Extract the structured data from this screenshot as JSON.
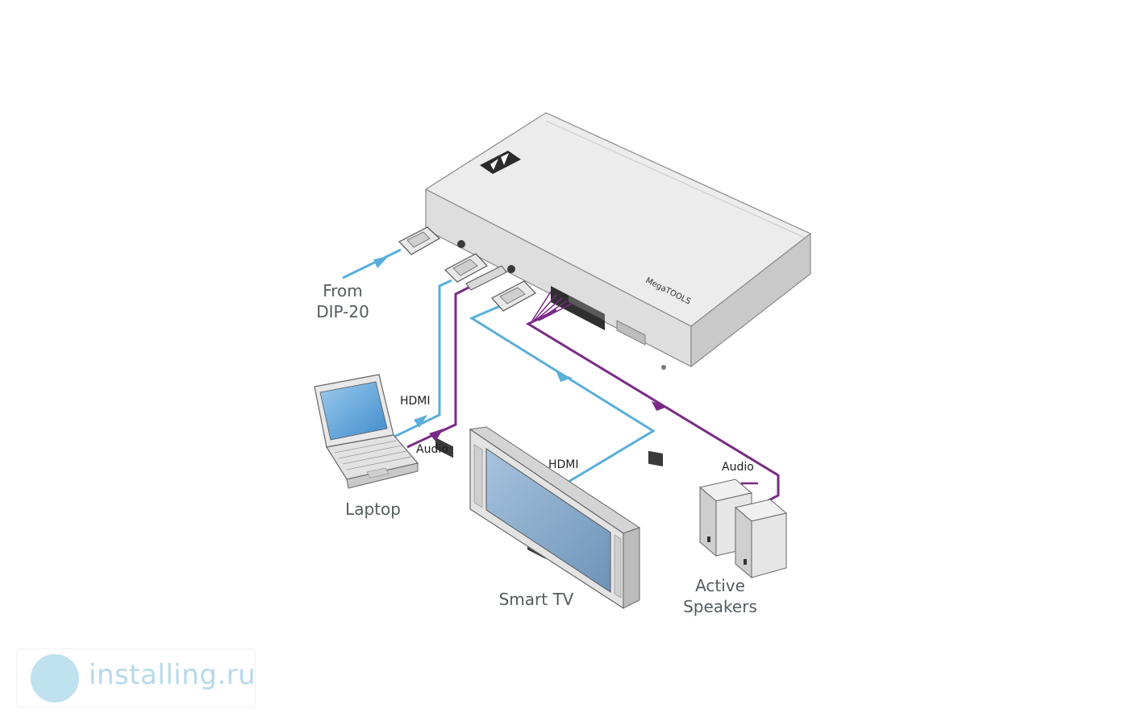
{
  "labels": {
    "from": "From",
    "from_device": "DIP-20",
    "laptop": "Laptop",
    "smart_tv": "Smart TV",
    "active": "Active",
    "speakers": "Speakers",
    "hdmi_laptop": "HDMI",
    "audio_laptop": "Audio",
    "hdmi_tv": "HDMI",
    "audio_speakers": "Audio"
  },
  "watermark": {
    "text": "installing.ru"
  },
  "colors": {
    "hdmi_cable": "#5aaedb",
    "audio_cable": "#7a2a86",
    "device_body": "#e6e6e6",
    "tv_screen": "#8fb0d0"
  }
}
